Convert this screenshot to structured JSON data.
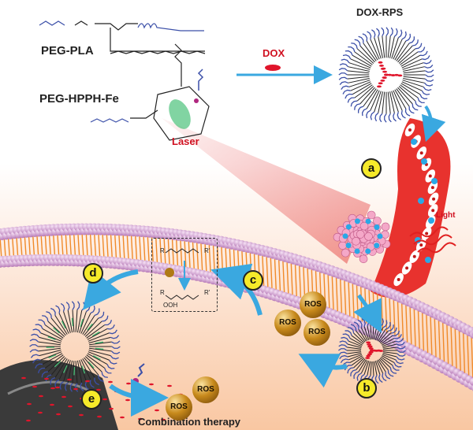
{
  "materials": {
    "polymer1": "PEG-PLA",
    "polymer2": "PEG-HPPH-Fe",
    "drug": "DOX",
    "nanoparticle": "DOX-RPS"
  },
  "labels": {
    "laser": "Laser",
    "light": "Light",
    "therapy": "Combination therapy"
  },
  "steps": [
    "a",
    "b",
    "c",
    "d",
    "e"
  ],
  "ros": [
    "ROS",
    "ROS",
    "ROS",
    "ROS",
    "ROS"
  ],
  "reaction": {
    "r": "R",
    "r_prime": "R'",
    "ooh": "OOH",
    "r2": "R",
    "r2_prime": "R'"
  },
  "colors": {
    "membrane": "#d9a6d8",
    "tail": "#f08a2a",
    "arrow": "#3aa8e0",
    "laser": "#e02020",
    "vessel": "#e8322e",
    "peg": "#3b4fa8",
    "drug": "#e0152b"
  }
}
